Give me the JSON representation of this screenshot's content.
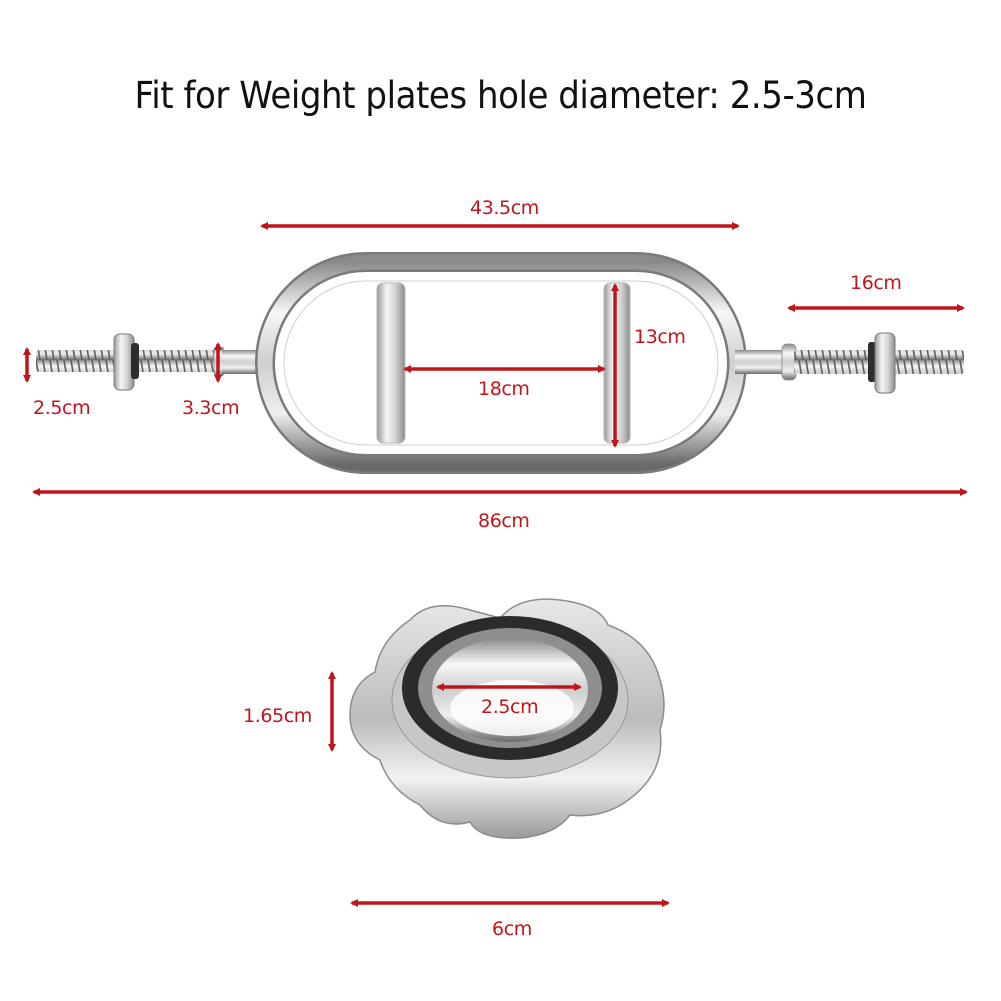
{
  "title": "Fit for Weight plates hole diameter: 2.5-3cm",
  "colors": {
    "dimension_red": "#c0161b",
    "chrome_light": "#f2f2f2",
    "chrome_mid": "#bdbdbd",
    "chrome_dark": "#6e6e6e",
    "rubber_black": "#2b2b2b",
    "background": "#ffffff"
  },
  "bar": {
    "name": "tricep-bar",
    "dimensions": {
      "frame_length": "43.5cm",
      "sleeve_length": "16cm",
      "handle_height": "13cm",
      "inner_grip_spacing": "18cm",
      "thread_diameter": "2.5cm",
      "collar_stop_diameter": "3.3cm",
      "total_length": "86cm"
    }
  },
  "collar": {
    "name": "spin-lock-collar",
    "dimensions": {
      "height": "1.65cm",
      "inner_diameter": "2.5cm",
      "outer_width": "6cm"
    }
  }
}
